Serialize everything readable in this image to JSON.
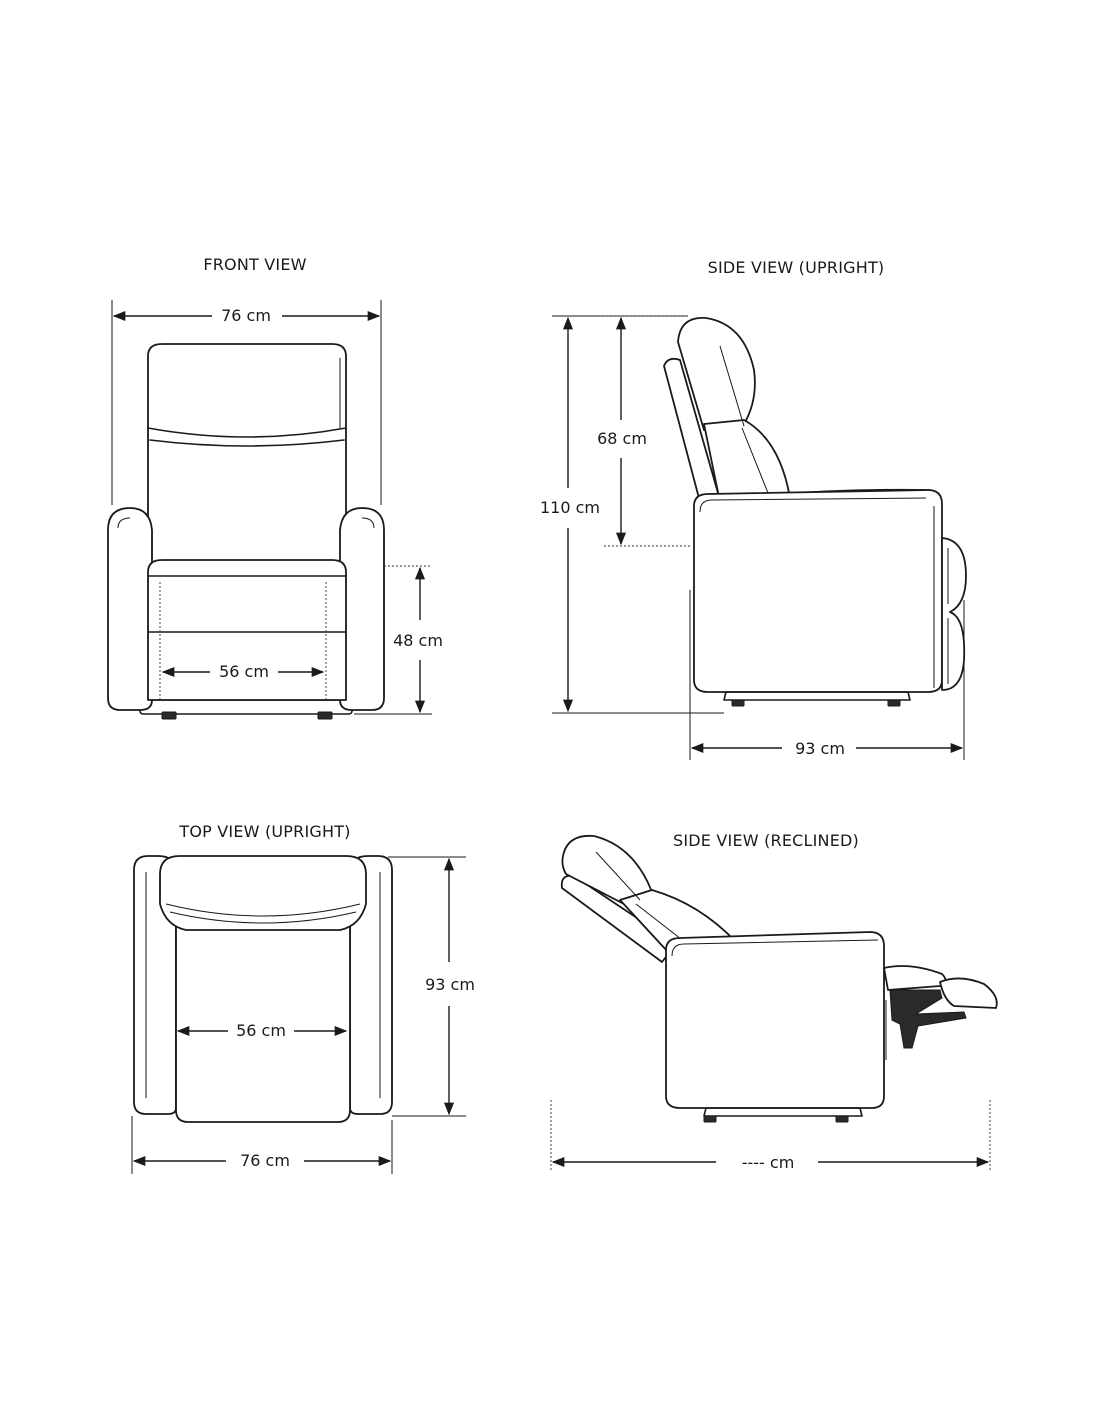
{
  "views": {
    "front": {
      "title": "FRONT VIEW",
      "width_label": "76 cm",
      "seat_width_label": "56 cm",
      "seat_height_label": "48 cm"
    },
    "side_upright": {
      "title": "SIDE VIEW (UPRIGHT)",
      "total_height_label": "110 cm",
      "back_height_label": "68 cm",
      "depth_label": "93 cm"
    },
    "top_upright": {
      "title": "TOP VIEW (UPRIGHT)",
      "seat_width_label": "56 cm",
      "depth_label": "93 cm",
      "width_label": "76 cm"
    },
    "side_reclined": {
      "title": "SIDE VIEW (RECLINED)",
      "length_label": "---- cm"
    }
  }
}
